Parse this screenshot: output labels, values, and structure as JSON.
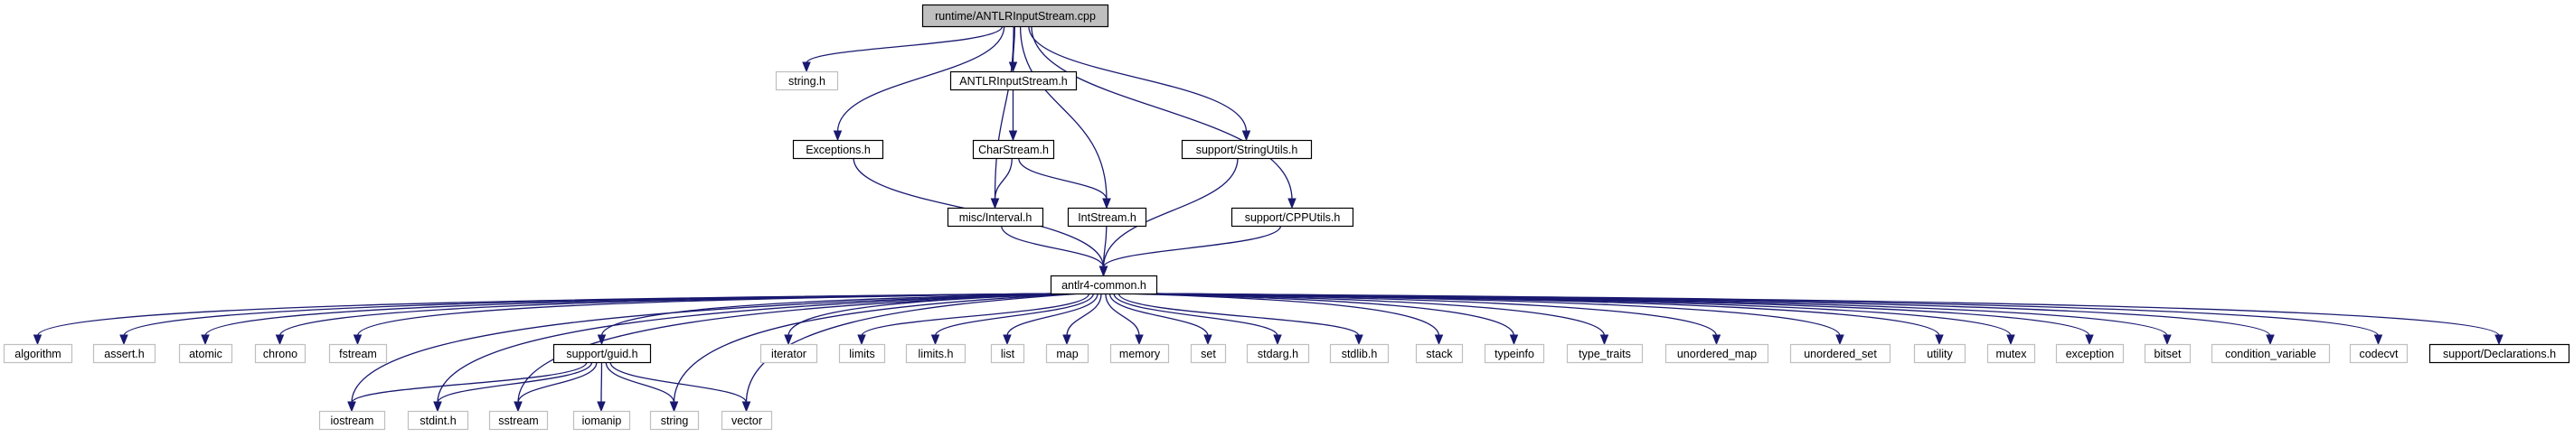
{
  "colors": {
    "edge": "#191970",
    "root_fill": "#bfbfbf",
    "root_border": "#000000",
    "documented_border": "#000000",
    "external_border": "#bfbfbf",
    "node_fill": "#ffffff"
  },
  "nodes": [
    {
      "id": "root",
      "label": "runtime/ANTLRInputStream.cpp",
      "style": "root"
    },
    {
      "id": "string_h",
      "label": "string.h",
      "style": "external"
    },
    {
      "id": "antlrinputstream_h",
      "label": "ANTLRInputStream.h",
      "style": "documented"
    },
    {
      "id": "exceptions_h",
      "label": "Exceptions.h",
      "style": "documented"
    },
    {
      "id": "charstream_h",
      "label": "CharStream.h",
      "style": "documented"
    },
    {
      "id": "stringutils_h",
      "label": "support/StringUtils.h",
      "style": "documented"
    },
    {
      "id": "interval_h",
      "label": "misc/Interval.h",
      "style": "documented"
    },
    {
      "id": "intstream_h",
      "label": "IntStream.h",
      "style": "documented"
    },
    {
      "id": "cpputils_h",
      "label": "support/CPPUtils.h",
      "style": "documented"
    },
    {
      "id": "common_h",
      "label": "antlr4-common.h",
      "style": "documented"
    },
    {
      "id": "algorithm",
      "label": "algorithm",
      "style": "external"
    },
    {
      "id": "assert_h",
      "label": "assert.h",
      "style": "external"
    },
    {
      "id": "atomic",
      "label": "atomic",
      "style": "external"
    },
    {
      "id": "chrono",
      "label": "chrono",
      "style": "external"
    },
    {
      "id": "fstream",
      "label": "fstream",
      "style": "external"
    },
    {
      "id": "guid_h",
      "label": "support/guid.h",
      "style": "documented"
    },
    {
      "id": "iterator",
      "label": "iterator",
      "style": "external"
    },
    {
      "id": "limits",
      "label": "limits",
      "style": "external"
    },
    {
      "id": "limits_h",
      "label": "limits.h",
      "style": "external"
    },
    {
      "id": "list",
      "label": "list",
      "style": "external"
    },
    {
      "id": "map",
      "label": "map",
      "style": "external"
    },
    {
      "id": "memory",
      "label": "memory",
      "style": "external"
    },
    {
      "id": "set",
      "label": "set",
      "style": "external"
    },
    {
      "id": "stdarg_h",
      "label": "stdarg.h",
      "style": "external"
    },
    {
      "id": "stdlib_h",
      "label": "stdlib.h",
      "style": "external"
    },
    {
      "id": "stack",
      "label": "stack",
      "style": "external"
    },
    {
      "id": "typeinfo",
      "label": "typeinfo",
      "style": "external"
    },
    {
      "id": "type_traits",
      "label": "type_traits",
      "style": "external"
    },
    {
      "id": "unordered_map",
      "label": "unordered_map",
      "style": "external"
    },
    {
      "id": "unordered_set",
      "label": "unordered_set",
      "style": "external"
    },
    {
      "id": "utility",
      "label": "utility",
      "style": "external"
    },
    {
      "id": "mutex",
      "label": "mutex",
      "style": "external"
    },
    {
      "id": "exception",
      "label": "exception",
      "style": "external"
    },
    {
      "id": "bitset",
      "label": "bitset",
      "style": "external"
    },
    {
      "id": "condition_variable",
      "label": "condition_variable",
      "style": "external"
    },
    {
      "id": "codecvt",
      "label": "codecvt",
      "style": "external"
    },
    {
      "id": "declarations_h",
      "label": "support/Declarations.h",
      "style": "documented"
    },
    {
      "id": "iostream",
      "label": "iostream",
      "style": "external"
    },
    {
      "id": "stdint_h",
      "label": "stdint.h",
      "style": "external"
    },
    {
      "id": "sstream",
      "label": "sstream",
      "style": "external"
    },
    {
      "id": "iomanip",
      "label": "iomanip",
      "style": "external"
    },
    {
      "id": "string",
      "label": "string",
      "style": "external"
    },
    {
      "id": "vector",
      "label": "vector",
      "style": "external"
    }
  ],
  "edges": [
    [
      "root",
      "string_h"
    ],
    [
      "root",
      "antlrinputstream_h"
    ],
    [
      "root",
      "exceptions_h"
    ],
    [
      "root",
      "interval_h"
    ],
    [
      "root",
      "intstream_h"
    ],
    [
      "root",
      "stringutils_h"
    ],
    [
      "root",
      "cpputils_h"
    ],
    [
      "antlrinputstream_h",
      "charstream_h"
    ],
    [
      "charstream_h",
      "interval_h"
    ],
    [
      "charstream_h",
      "intstream_h"
    ],
    [
      "exceptions_h",
      "common_h"
    ],
    [
      "interval_h",
      "common_h"
    ],
    [
      "intstream_h",
      "common_h"
    ],
    [
      "stringutils_h",
      "common_h"
    ],
    [
      "cpputils_h",
      "common_h"
    ],
    [
      "common_h",
      "algorithm"
    ],
    [
      "common_h",
      "assert_h"
    ],
    [
      "common_h",
      "atomic"
    ],
    [
      "common_h",
      "chrono"
    ],
    [
      "common_h",
      "fstream"
    ],
    [
      "common_h",
      "guid_h"
    ],
    [
      "common_h",
      "iterator"
    ],
    [
      "common_h",
      "limits"
    ],
    [
      "common_h",
      "limits_h"
    ],
    [
      "common_h",
      "list"
    ],
    [
      "common_h",
      "map"
    ],
    [
      "common_h",
      "memory"
    ],
    [
      "common_h",
      "set"
    ],
    [
      "common_h",
      "stdarg_h"
    ],
    [
      "common_h",
      "stdlib_h"
    ],
    [
      "common_h",
      "stack"
    ],
    [
      "common_h",
      "typeinfo"
    ],
    [
      "common_h",
      "type_traits"
    ],
    [
      "common_h",
      "unordered_map"
    ],
    [
      "common_h",
      "unordered_set"
    ],
    [
      "common_h",
      "utility"
    ],
    [
      "common_h",
      "mutex"
    ],
    [
      "common_h",
      "exception"
    ],
    [
      "common_h",
      "bitset"
    ],
    [
      "common_h",
      "condition_variable"
    ],
    [
      "common_h",
      "codecvt"
    ],
    [
      "common_h",
      "declarations_h"
    ],
    [
      "common_h",
      "iostream"
    ],
    [
      "common_h",
      "stdint_h"
    ],
    [
      "common_h",
      "sstream"
    ],
    [
      "common_h",
      "string"
    ],
    [
      "common_h",
      "vector"
    ],
    [
      "guid_h",
      "iostream"
    ],
    [
      "guid_h",
      "stdint_h"
    ],
    [
      "guid_h",
      "sstream"
    ],
    [
      "guid_h",
      "iomanip"
    ],
    [
      "guid_h",
      "string"
    ],
    [
      "guid_h",
      "vector"
    ]
  ]
}
